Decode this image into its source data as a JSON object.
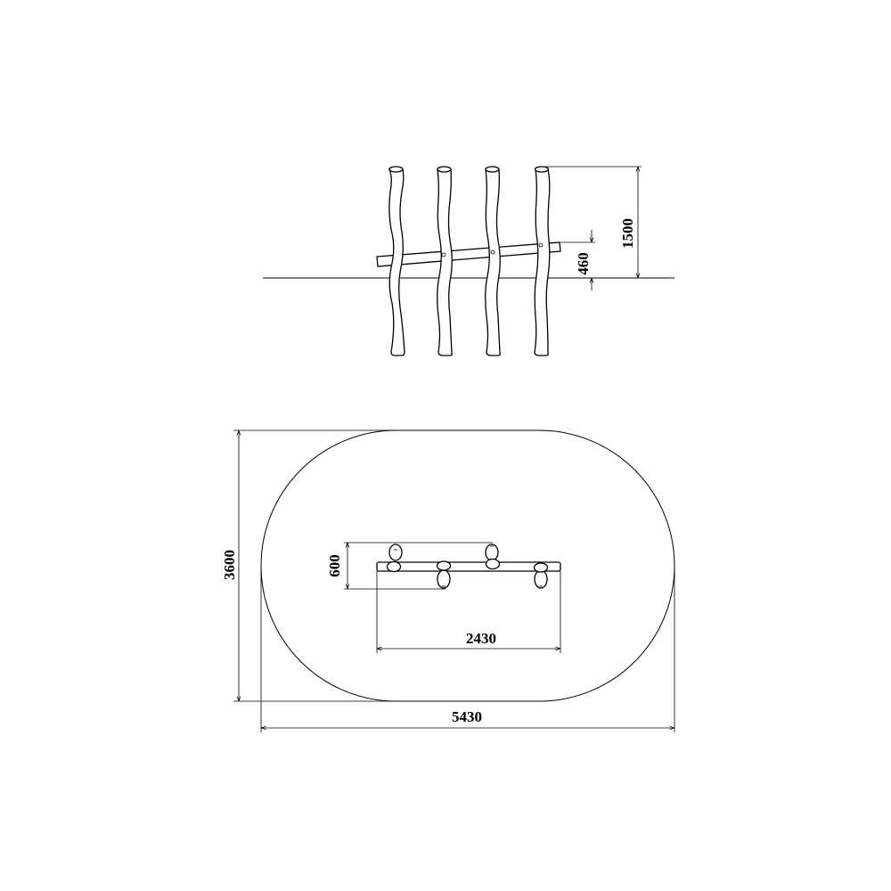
{
  "colors": {
    "line": "#000000",
    "background": "#ffffff"
  },
  "elevation_view": {
    "dimensions": {
      "height_total": "1500",
      "beam_height": "460"
    }
  },
  "plan_view": {
    "dimensions": {
      "depth": "600",
      "length": "2430",
      "area_width": "5430",
      "area_depth": "3600"
    }
  }
}
